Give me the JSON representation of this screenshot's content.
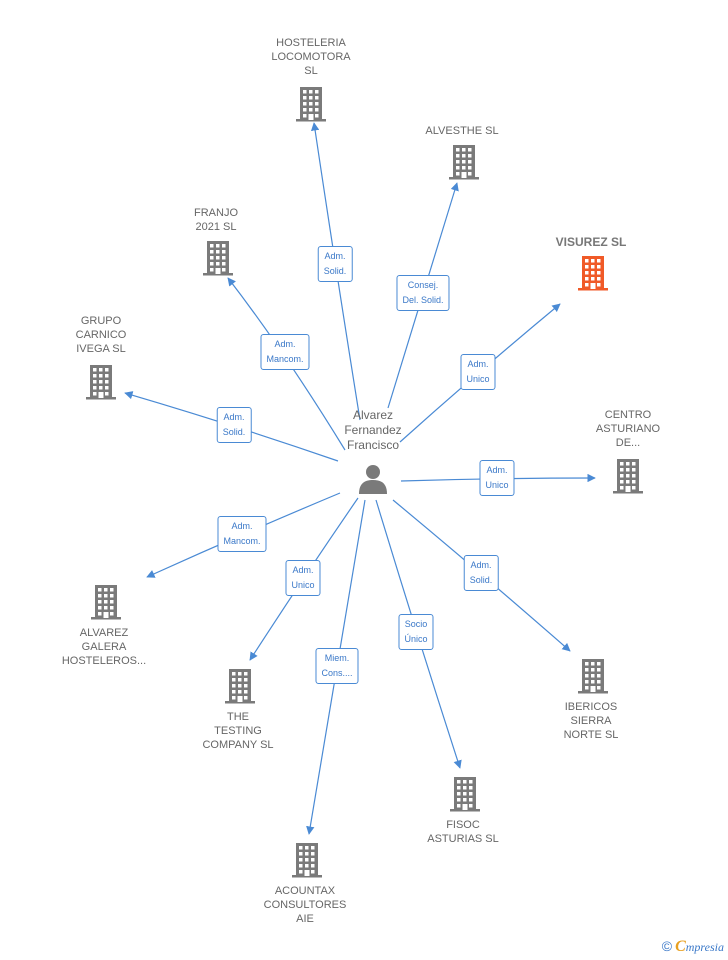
{
  "center": {
    "name": "Alvarez\nFernandez\nFrancisco"
  },
  "colors": {
    "edge": "#4a8ad4",
    "building": "#7a7a7a",
    "highlight": "#f05a28"
  },
  "nodes": [
    {
      "id": "hosteleria",
      "name": "HOSTELERIA\nLOCOMOTORA\nSL",
      "role": "Adm.\nSolid.",
      "highlight": false
    },
    {
      "id": "alvesthe",
      "name": "ALVESTHE SL",
      "role": "Consej.\nDel. Solid.",
      "highlight": false
    },
    {
      "id": "visurez",
      "name": "VISUREZ  SL",
      "role": "Adm.\nUnico",
      "highlight": true
    },
    {
      "id": "franjo",
      "name": "FRANJO\n2021  SL",
      "role": "Adm.\nMancom.",
      "highlight": false
    },
    {
      "id": "grupo",
      "name": "GRUPO\nCARNICO\nIVEGA  SL",
      "role": "Adm.\nSolid.",
      "highlight": false
    },
    {
      "id": "centro",
      "name": "CENTRO\nASTURIANO\nDE...",
      "role": "Adm.\nUnico",
      "highlight": false
    },
    {
      "id": "alvarezgalera",
      "name": "ALVAREZ\nGALERA\nHOSTELEROS...",
      "role": "Adm.\nMancom.",
      "highlight": false
    },
    {
      "id": "testing",
      "name": "THE\nTESTING\nCOMPANY SL",
      "role": "Adm.\nUnico",
      "highlight": false
    },
    {
      "id": "ibericos",
      "name": "IBERICOS\nSIERRA\nNORTE  SL",
      "role": "Adm.\nSolid.",
      "highlight": false
    },
    {
      "id": "fisoc",
      "name": "FISOC\nASTURIAS  SL",
      "role": "Socio\nÚnico",
      "highlight": false
    },
    {
      "id": "acountax",
      "name": "ACOUNTAX\nCONSULTORES\nAIE",
      "role": "Miem.\nCons....",
      "highlight": false
    }
  ],
  "footer": {
    "copyright": "©",
    "brand_initial": "C",
    "brand_rest": "mpresia"
  }
}
